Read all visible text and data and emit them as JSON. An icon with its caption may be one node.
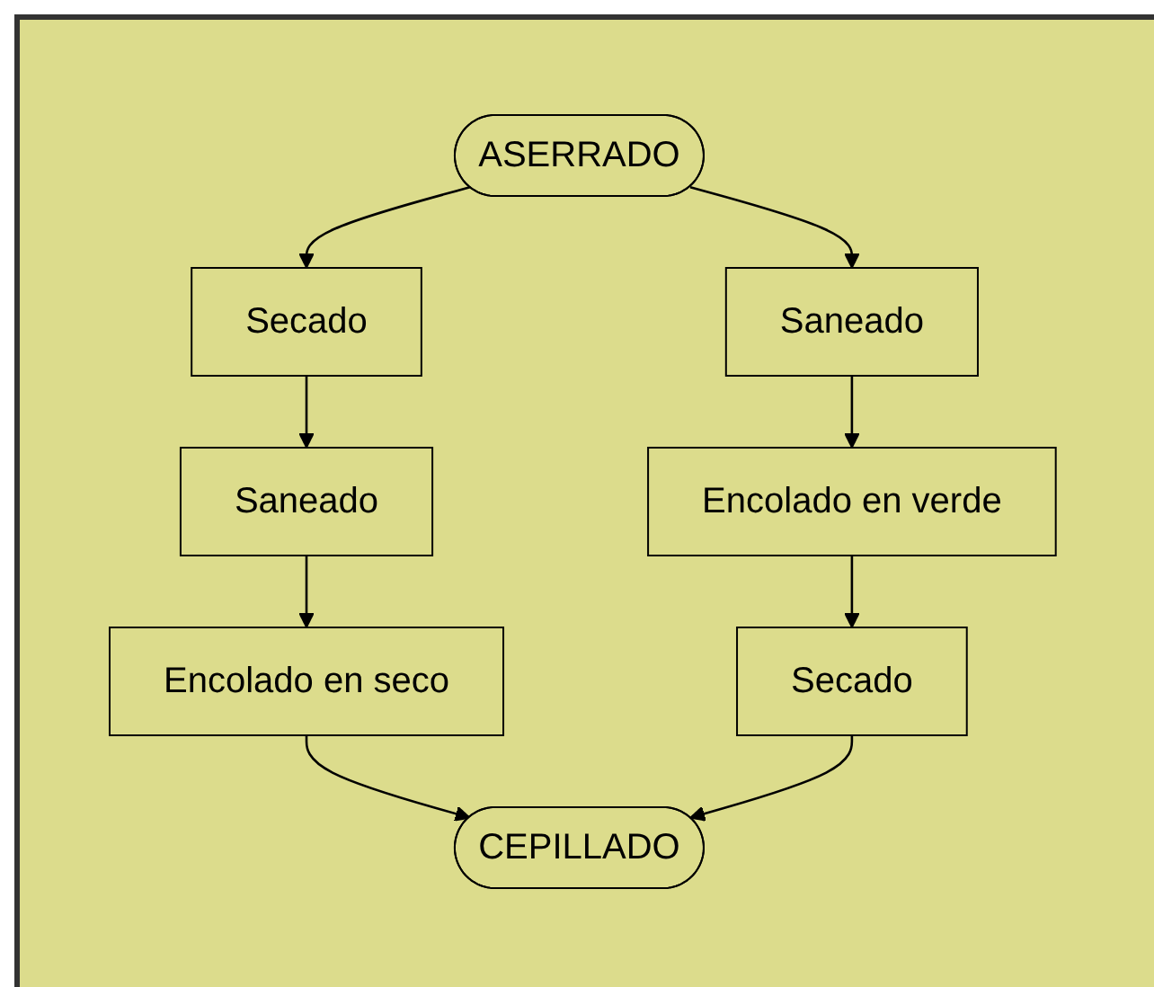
{
  "diagram": {
    "nodes": [
      {
        "text": [
          "ASERRADO"
        ]
      },
      {
        "text": [
          "Secado"
        ]
      },
      {
        "text": [
          "Saneado"
        ]
      },
      {
        "text": [
          "Encolado en seco"
        ]
      },
      {
        "text": [
          "Saneado"
        ]
      },
      {
        "text": [
          "Encolado en verde"
        ]
      },
      {
        "text": [
          "Secado"
        ]
      },
      {
        "text": [
          "CEPILLADO"
        ]
      }
    ],
    "edges": [
      {
        "from": 0,
        "to": 1,
        "arrow": "to"
      },
      {
        "from": 1,
        "to": 2,
        "arrow": "to"
      },
      {
        "from": 2,
        "to": 3,
        "arrow": "to"
      },
      {
        "from": 3,
        "to": 7,
        "arrow": "to"
      },
      {
        "from": 0,
        "to": 4,
        "arrow": "to"
      },
      {
        "from": 4,
        "to": 5,
        "arrow": "to"
      },
      {
        "from": 5,
        "to": 6,
        "arrow": "to"
      },
      {
        "from": 6,
        "to": 7,
        "arrow": "to"
      }
    ]
  }
}
